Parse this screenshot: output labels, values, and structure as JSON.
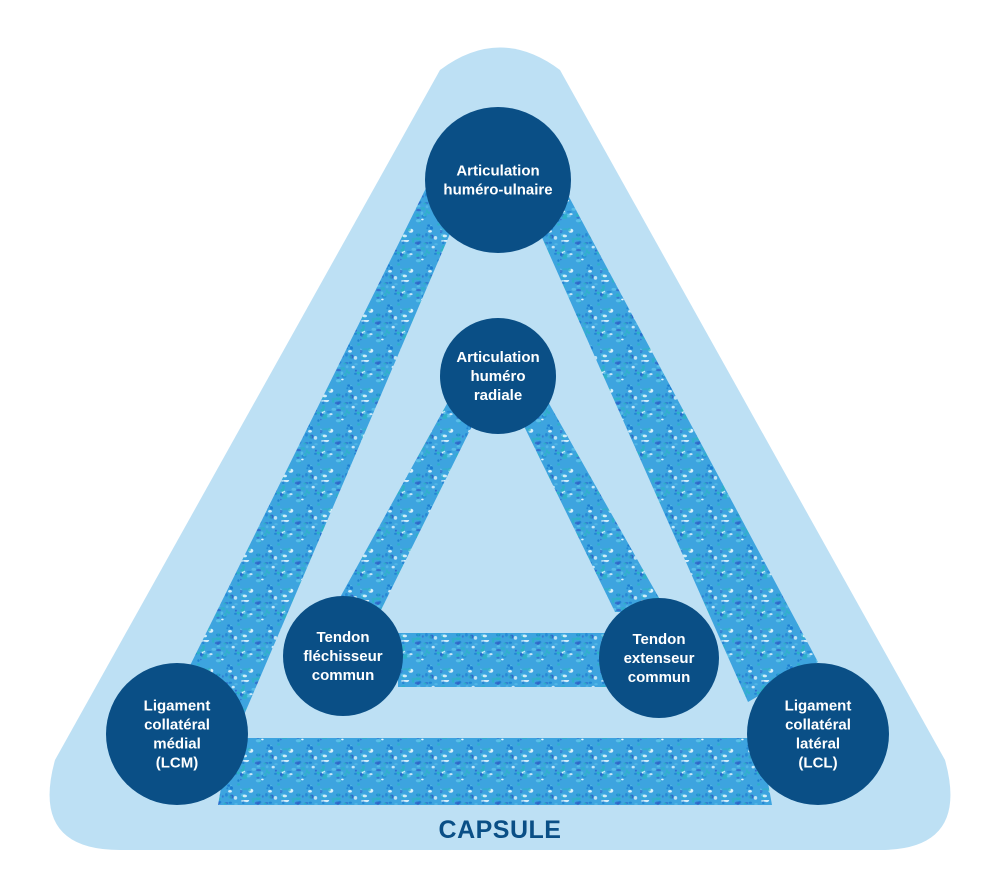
{
  "capsule_label": "CAPSULE",
  "colors": {
    "capsule": "#bde0f4",
    "node": "#0a4f86",
    "band_base": "#3da4df",
    "band_dot_1": "#1a7bd0",
    "band_dot_2": "#5ec2ea",
    "band_dot_3": "#2bb3c4",
    "band_dot_4": "#2f63c8",
    "label_text": "#ffffff",
    "capsule_text": "#0a4f86"
  },
  "nodes": [
    {
      "id": "articulation-humero-ulnaire",
      "lines": [
        "Articulation",
        "huméro-ulnaire"
      ]
    },
    {
      "id": "articulation-humero-radiale",
      "lines": [
        "Articulation",
        "huméro",
        "radiale"
      ]
    },
    {
      "id": "tendon-flechisseur-commun",
      "lines": [
        "Tendon",
        "fléchisseur",
        "commun"
      ]
    },
    {
      "id": "tendon-extenseur-commun",
      "lines": [
        "Tendon",
        "extenseur",
        "commun"
      ]
    },
    {
      "id": "ligament-collateral-medial",
      "lines": [
        "Ligament",
        "collatéral",
        "médial",
        "(LCM)"
      ]
    },
    {
      "id": "ligament-collateral-lateral",
      "lines": [
        "Ligament",
        "collatéral",
        "latéral",
        "(LCL)"
      ]
    }
  ]
}
